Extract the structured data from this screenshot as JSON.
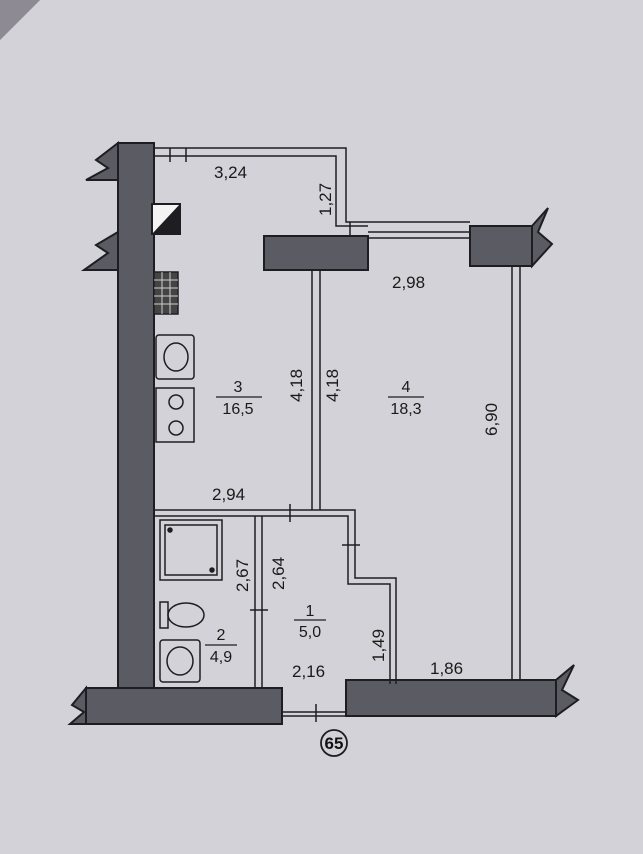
{
  "plan": {
    "unit_number": "65",
    "rooms": [
      {
        "number": "1",
        "area": "5,0"
      },
      {
        "number": "2",
        "area": "4,9"
      },
      {
        "number": "3",
        "area": "16,5"
      },
      {
        "number": "4",
        "area": "18,3"
      }
    ],
    "dimensions": {
      "balcony_width": "3,24",
      "balcony_depth": "1,27",
      "room4_width": "2,98",
      "room3_length_left": "4,18",
      "room4_length_left": "4,18",
      "room4_length_right": "6,90",
      "room3_width_bottom": "2,94",
      "bath_height": "2,67",
      "hall_height": "2,64",
      "hall_width": "2,16",
      "hall_niche": "1,49",
      "room4_bottom_width": "1,86"
    }
  },
  "colors": {
    "background": "#8d8a93",
    "paper": "#d3d2d8",
    "wall": "#5b5b63",
    "line": "#1e1e22"
  }
}
